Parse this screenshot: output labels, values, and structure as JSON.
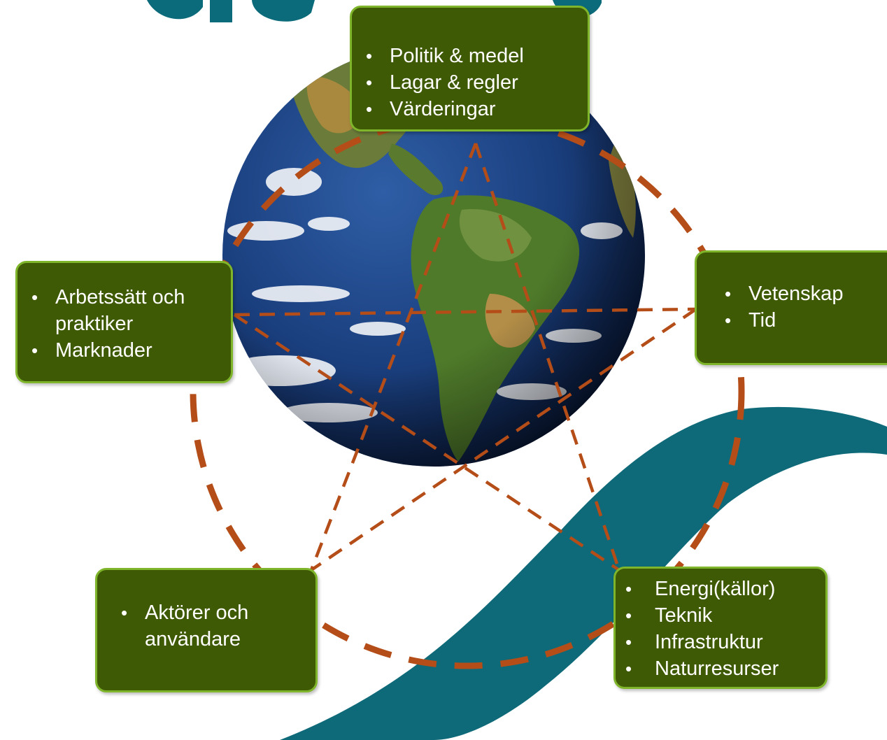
{
  "colors": {
    "node_fill": "#3f5a04",
    "node_border": "#7fb52a",
    "dash_line": "#b44d18",
    "title_teal": "#0c6b7a",
    "wave_teal": "#0e6a78",
    "ocean": "#1a3f7e",
    "land": "#5f8a3a"
  },
  "nodes": {
    "top": {
      "items": [
        "Politik & medel",
        "Lagar & regler",
        "Värderingar"
      ]
    },
    "left": {
      "items": [
        "Arbetssätt och praktiker",
        "Marknader"
      ]
    },
    "right": {
      "items": [
        "Vetenskap",
        "Tid"
      ]
    },
    "bottom_left": {
      "items": [
        "Aktörer och användare"
      ]
    },
    "bottom_right": {
      "items": [
        "Energi(källor)",
        "Teknik",
        "Infrastruktur",
        "Naturresurser"
      ]
    }
  }
}
